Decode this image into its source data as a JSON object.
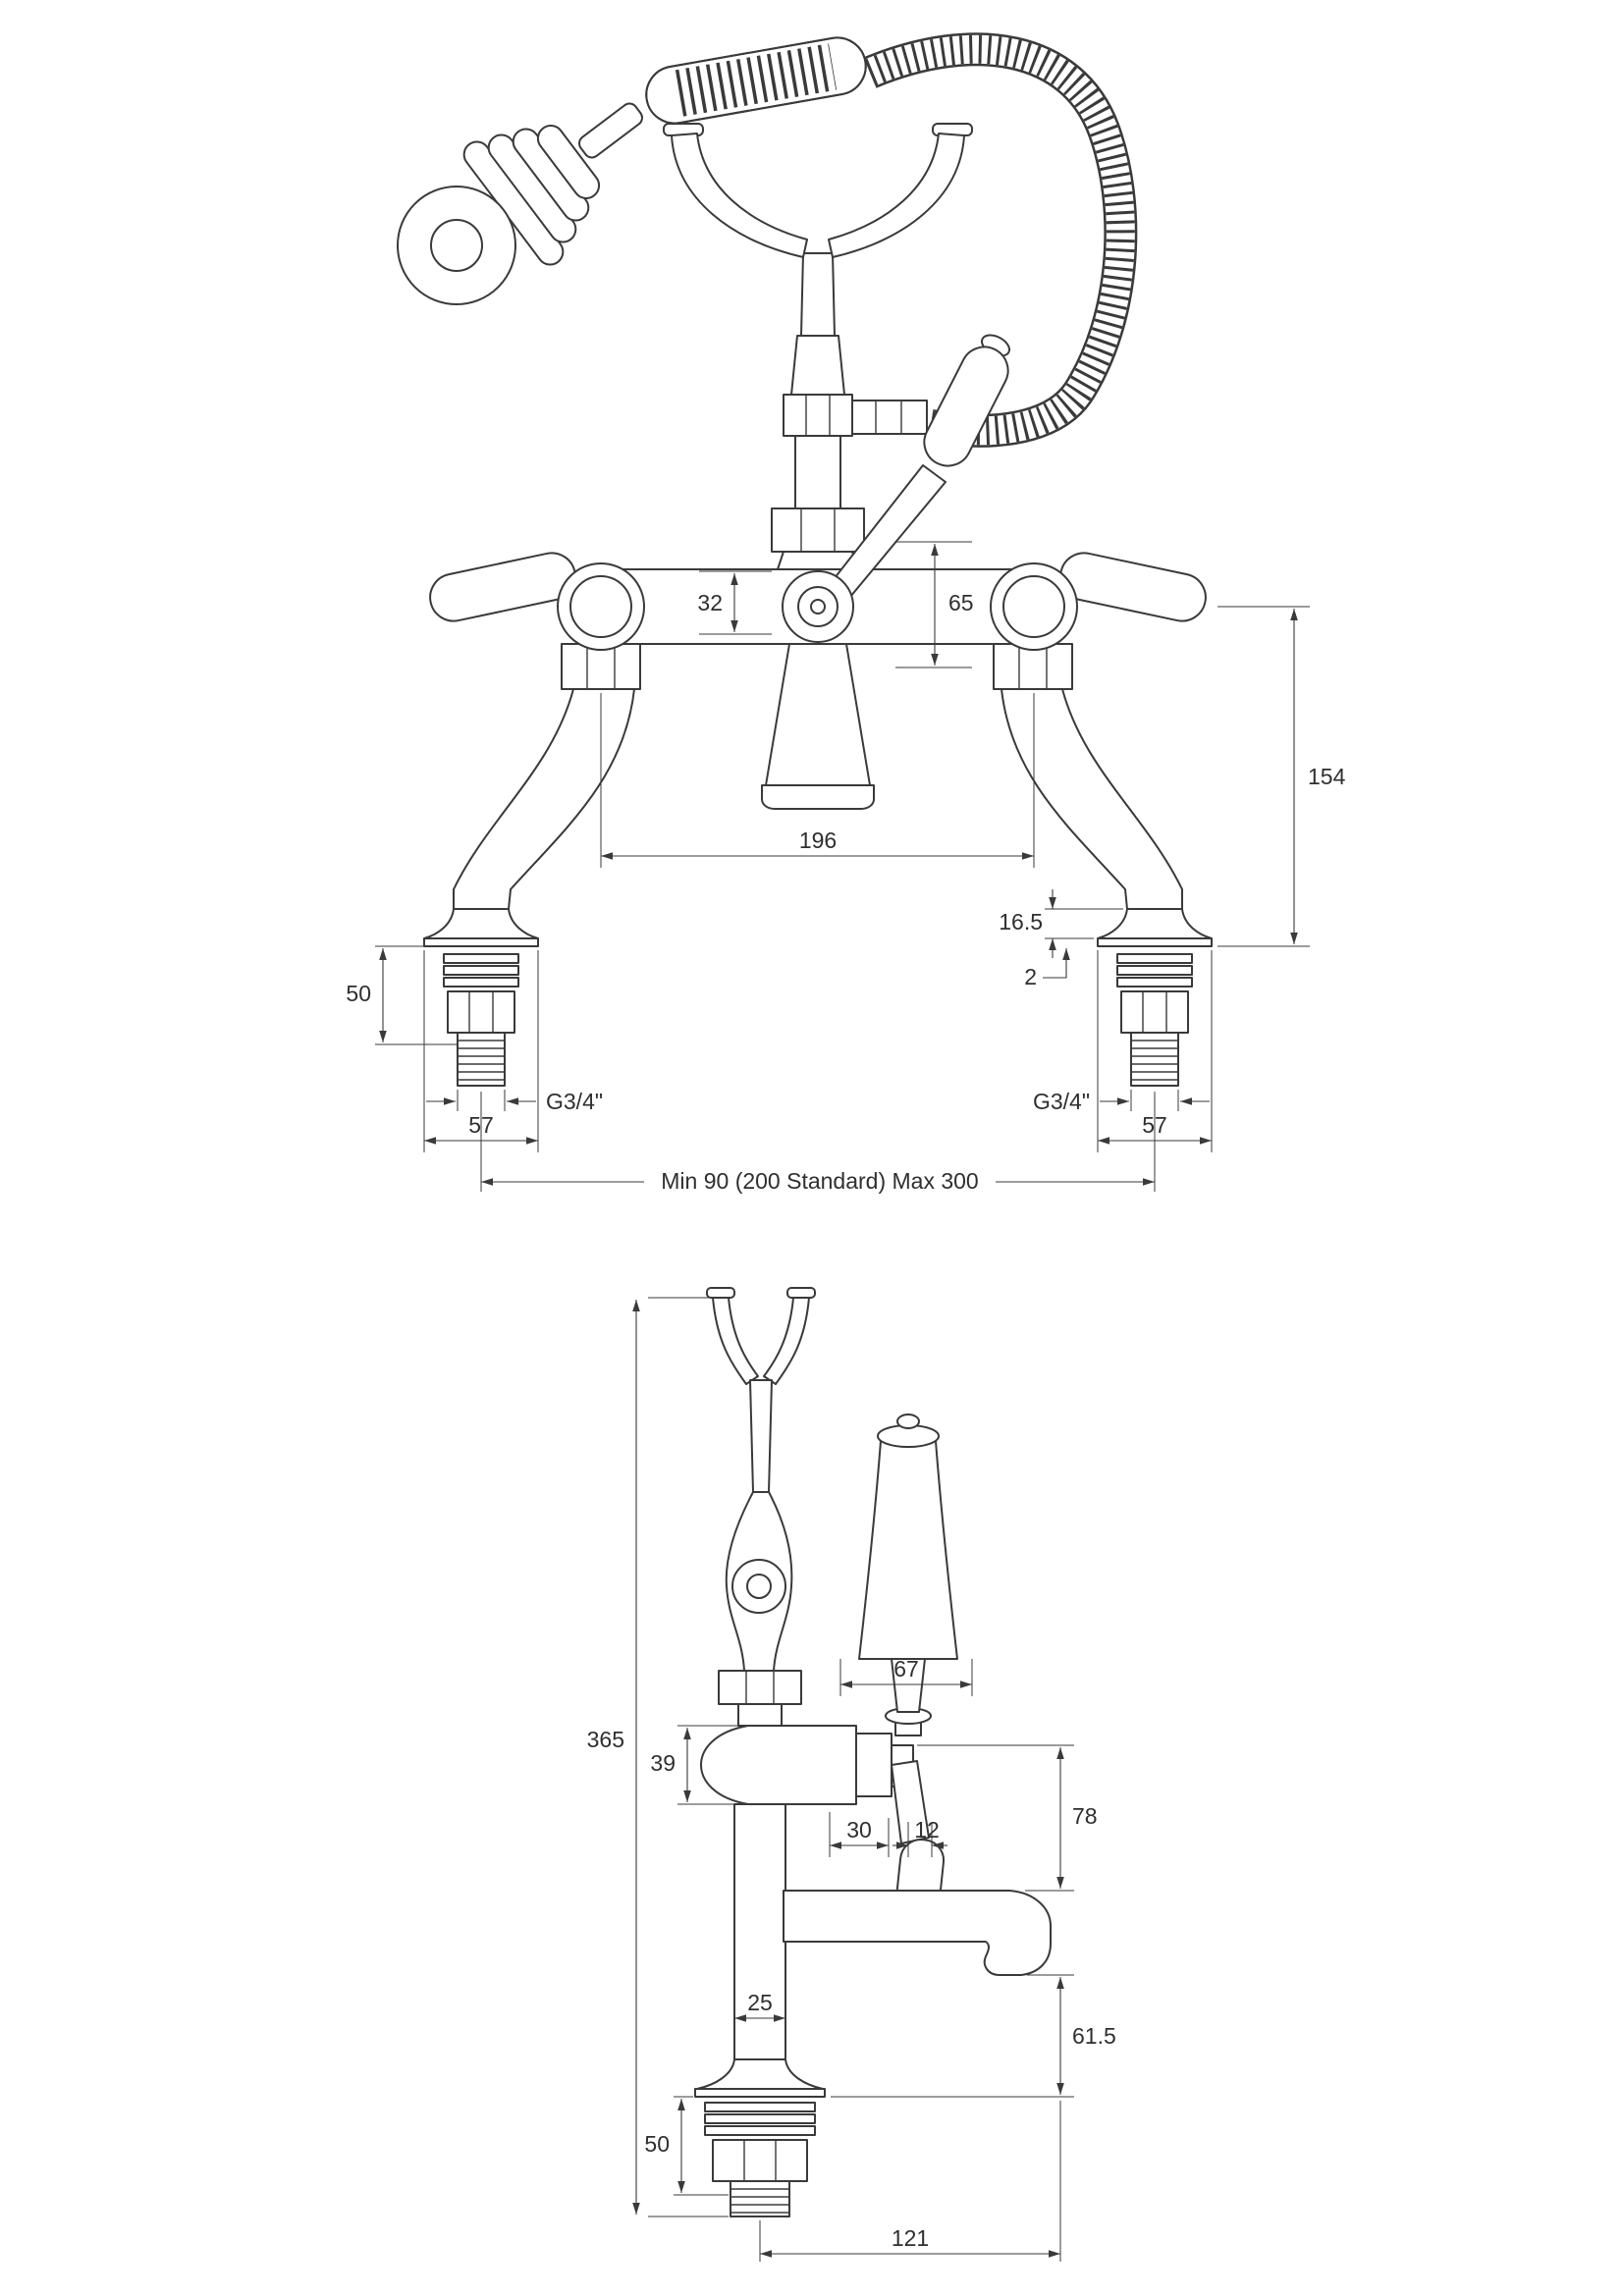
{
  "colors": {
    "background": "#ffffff",
    "line": "#3a3a3a",
    "text": "#2f2f2f"
  },
  "front_view": {
    "dims": {
      "d32": "32",
      "d65": "65",
      "d154": "154",
      "d196": "196",
      "d16_5": "16.5",
      "d2": "2",
      "d50": "50",
      "g34_left": "G3/4\"",
      "g34_right": "G3/4\"",
      "d57_left": "57",
      "d57_right": "57",
      "centres": "Min 90 (200 Standard) Max 300"
    }
  },
  "side_view": {
    "dims": {
      "d365": "365",
      "d67": "67",
      "d39": "39",
      "d30": "30",
      "d12": "12",
      "d78": "78",
      "d61_5": "61.5",
      "d25": "25",
      "d50": "50",
      "d121": "121"
    }
  }
}
